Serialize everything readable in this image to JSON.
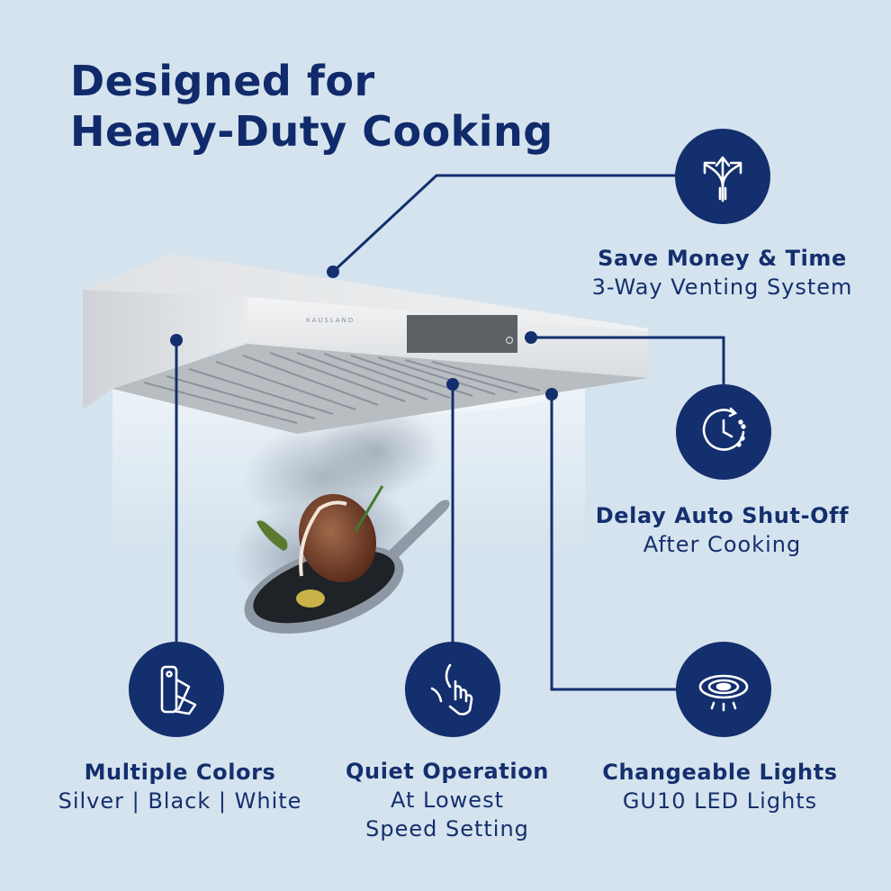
{
  "headline": {
    "line1": "Designed for",
    "line2": "Heavy-Duty Cooking"
  },
  "brand_mark": "KAUSLAND",
  "colors": {
    "navy": "#142f6e",
    "background": "#d5e3ee",
    "steel": "#e6e8ea"
  },
  "features": {
    "venting": {
      "title": "Save Money & Time",
      "subtitle": "3-Way Venting System",
      "icon": "three-way-arrows-icon"
    },
    "shutoff": {
      "title": "Delay Auto Shut-Off",
      "subtitle": "After Cooking",
      "icon": "timer-clock-icon"
    },
    "colors": {
      "title": "Multiple Colors",
      "subtitle": "Silver | Black | White",
      "icon": "color-swatch-icon"
    },
    "quiet": {
      "title": "Quiet Operation",
      "subtitle_line1": "At Lowest",
      "subtitle_line2": "Speed Setting",
      "icon": "quiet-gesture-icon"
    },
    "lights": {
      "title": "Changeable Lights",
      "subtitle": "GU10 LED Lights",
      "icon": "ceiling-light-icon"
    }
  }
}
